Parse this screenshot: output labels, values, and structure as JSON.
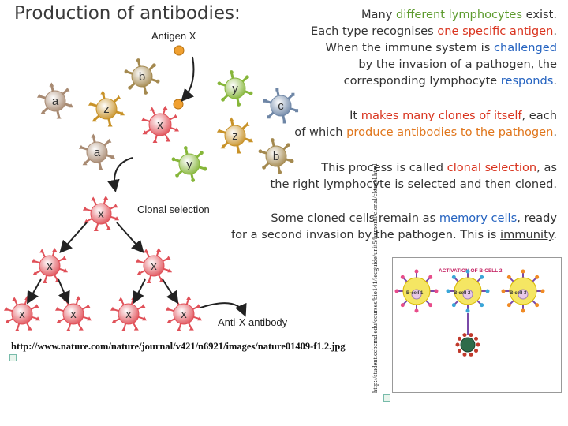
{
  "slide": {
    "title": "Production of antibodies:"
  },
  "diagram": {
    "antigen_label": "Antigen X",
    "clonal_label": "Clonal selection",
    "antibody_label": "Anti-X antibody",
    "cells": {
      "a": "a",
      "b": "b",
      "c": "c",
      "x": "x",
      "y": "y",
      "z": "z"
    },
    "url": "http://www.nature.com/nature/journal/v421/n6921/images/nature01409-f1.2.jpg"
  },
  "text": {
    "p1": {
      "l1a": "Many ",
      "l1b": "different lymphocytes",
      "l1c": " exist.",
      "l2a": "Each type recognises ",
      "l2b": "one specific antigen",
      "l2c": ".",
      "l3a": "When the immune system is ",
      "l3b": "challenged",
      "l4": "by the invasion of a pathogen, the",
      "l5a": "corresponding lymphocyte ",
      "l5b": "responds",
      "l5c": "."
    },
    "p2": {
      "l1a": "It ",
      "l1b": "makes many clones of itself",
      "l1c": ", each",
      "l2a": "of which ",
      "l2b": "produce antibodies to the pathogen",
      "l2c": "."
    },
    "p3": {
      "l1a": "This process is called ",
      "l1b": "clonal selection",
      "l1c": ", as",
      "l2": "the right lymphocyte is selected and then cloned."
    },
    "p4": {
      "l1a": "Some cloned cells remain as ",
      "l1b": "memory cells",
      "l1c": ", ready",
      "l2a": "for a second invasion by the pathogen. This is ",
      "l2b": "immunity",
      "l2c": "."
    }
  },
  "inset": {
    "title": "ACTIVATION OF B-CELL 2",
    "cell1": "B-cell 1",
    "cell2": "B-cell 2",
    "cell3": "B-cell 3",
    "url": "http://student.ccbcmd.edu/courses/bio141/lecguide/unit5/humoral/clonal/clonsel.html"
  },
  "colors": {
    "cell_a": "#a88a72",
    "cell_b": "#a4894f",
    "cell_c": "#6e86a6",
    "cell_x": "#e05058",
    "cell_y": "#86b63a",
    "cell_z": "#c89228",
    "antigen": "#f0a030",
    "arrow": "#222222"
  }
}
